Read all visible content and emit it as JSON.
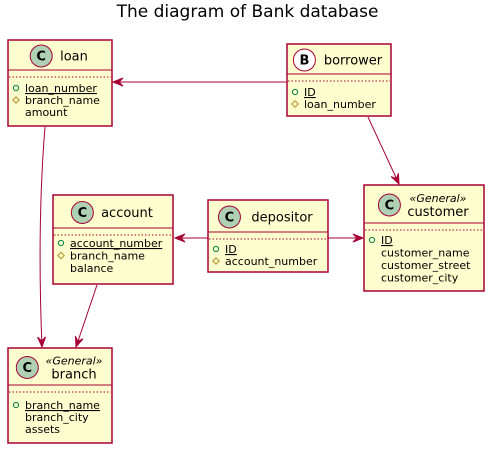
{
  "title": "The diagram of Bank database",
  "colors": {
    "box_fill": "#FEFECE",
    "box_border": "#A80036",
    "class_circle": "#ADD1B2",
    "entity_circle": "#FFFFFF",
    "public_marker": "#038048",
    "protected_marker": "#B38D22",
    "edge": "#A80036"
  },
  "entities": [
    {
      "id": "loan",
      "badge": "C",
      "stereotype": "",
      "name": "loan",
      "attributes": [
        {
          "text": "loan_number",
          "visibility": "public",
          "underline": true
        },
        {
          "text": "branch_name",
          "visibility": "protected",
          "underline": false
        },
        {
          "text": "amount",
          "visibility": "none",
          "underline": false
        }
      ]
    },
    {
      "id": "borrower",
      "badge": "B",
      "stereotype": "",
      "name": "borrower",
      "attributes": [
        {
          "text": "ID",
          "visibility": "public",
          "underline": true
        },
        {
          "text": "loan_number",
          "visibility": "protected",
          "underline": false
        }
      ]
    },
    {
      "id": "account",
      "badge": "C",
      "stereotype": "",
      "name": "account",
      "attributes": [
        {
          "text": "account_number",
          "visibility": "public",
          "underline": true
        },
        {
          "text": "branch_name",
          "visibility": "protected",
          "underline": false
        },
        {
          "text": "balance",
          "visibility": "none",
          "underline": false
        }
      ]
    },
    {
      "id": "depositor",
      "badge": "C",
      "stereotype": "",
      "name": "depositor",
      "attributes": [
        {
          "text": "ID",
          "visibility": "public",
          "underline": true
        },
        {
          "text": "account_number",
          "visibility": "protected",
          "underline": false
        }
      ]
    },
    {
      "id": "customer",
      "badge": "C",
      "stereotype": "«General»",
      "name": "customer",
      "attributes": [
        {
          "text": "ID",
          "visibility": "public",
          "underline": true
        },
        {
          "text": "customer_name",
          "visibility": "none",
          "underline": false
        },
        {
          "text": "customer_street",
          "visibility": "none",
          "underline": false
        },
        {
          "text": "customer_city",
          "visibility": "none",
          "underline": false
        }
      ]
    },
    {
      "id": "branch",
      "badge": "C",
      "stereotype": "«General»",
      "name": "branch",
      "attributes": [
        {
          "text": "branch_name",
          "visibility": "public",
          "underline": true
        },
        {
          "text": "branch_city",
          "visibility": "none",
          "underline": false
        },
        {
          "text": "assets",
          "visibility": "none",
          "underline": false
        }
      ]
    }
  ],
  "edges": [
    {
      "from": "borrower",
      "to": "loan"
    },
    {
      "from": "borrower",
      "to": "customer"
    },
    {
      "from": "depositor",
      "to": "account"
    },
    {
      "from": "depositor",
      "to": "customer"
    },
    {
      "from": "loan",
      "to": "branch"
    },
    {
      "from": "account",
      "to": "branch"
    }
  ]
}
